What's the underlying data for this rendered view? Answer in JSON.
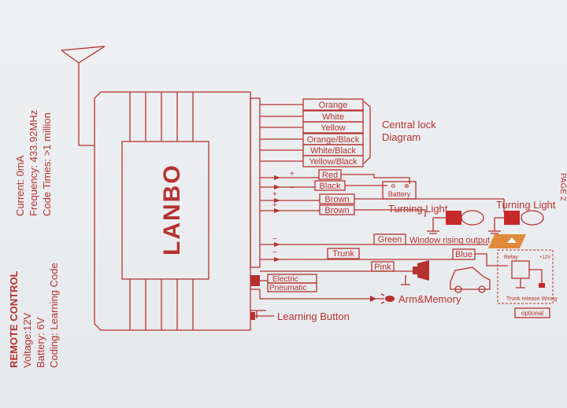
{
  "specs": {
    "heading": "REMOTE CONTROL",
    "voltage": "Voltage:12V",
    "battery": "Battery: 6V",
    "coding": "Coding: Learning Code",
    "current": "Current: 0mA",
    "frequency": "Frequency: 433.92MHz",
    "code_times": "Code Times: >1 million"
  },
  "unit": {
    "brand": "LANBO"
  },
  "central_lock": {
    "wires": [
      "Orange",
      "White",
      "Yellow",
      "Orange/Black",
      "White/Black",
      "Yellow/Black"
    ],
    "title_line1": "Central lock",
    "title_line2": "Diagram"
  },
  "power": {
    "red_label": "Red",
    "black_label": "Black",
    "battery_label": "Battery"
  },
  "turning": {
    "brown_labels": [
      "Brown",
      "Brown"
    ],
    "label": "Turning Light"
  },
  "window": {
    "green_label": "Green",
    "output_label": "Window rising output"
  },
  "trunk": {
    "label": "Trunk",
    "blue_label": "Blue",
    "relay_label": "Relay",
    "relay_voltage": "+12V",
    "release_label": "Trunk release Wiring",
    "optional_label": "optional"
  },
  "siren": {
    "pink_label": "Pink"
  },
  "lock_type": {
    "electric": "Electric",
    "pneumatic": "Pneumatic"
  },
  "arm": {
    "label": "Arm&Memory"
  },
  "learning": {
    "label": "Learning Button"
  },
  "page": {
    "label": "PAGE 2"
  },
  "colors": {
    "ink": "#b5322f",
    "accent_red": "#c8282a",
    "switch_orange": "#e08a3a"
  }
}
